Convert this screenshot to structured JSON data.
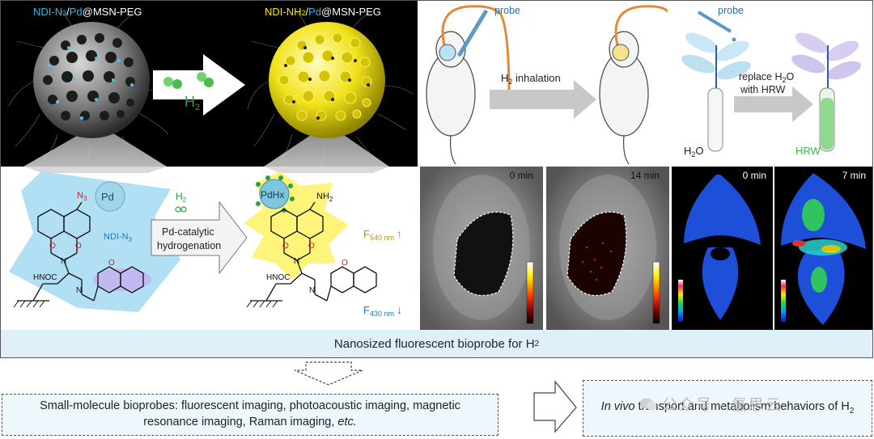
{
  "panel_a": {
    "left_label": {
      "part1": "NDI-N",
      "sub1": "3",
      "part2": "/",
      "part3": "Pd",
      "part4": "@MSN-PEG"
    },
    "right_label": {
      "part1": "NDI-NH",
      "sub1": "2",
      "part2": "/",
      "part3": "Pd",
      "part4": "@MSN-PEG"
    },
    "gas_label": {
      "main": "H",
      "sub": "2"
    }
  },
  "panel_b": {
    "n3_label": "N",
    "n3_sub": "3",
    "pd_label": "Pd",
    "probe_name": {
      "main": "NDI-N",
      "sub": "3"
    },
    "h2_label": {
      "main": "H",
      "sub": "2"
    },
    "reaction_label_line1": "Pd-catalytic",
    "reaction_label_line2": "hydrogenation",
    "pdhx_label": "PdHx",
    "nh2_label": "NH",
    "nh2_sub": "2",
    "f540": {
      "main": "F",
      "sub": "540 nm",
      "arrow": "↑"
    },
    "f430": {
      "main": "F",
      "sub": "430 nm",
      "arrow": "↓"
    },
    "hnoc_left": "HNOC",
    "hnoc_right": "HNOC",
    "atoms": {
      "o": "O",
      "n": "N"
    }
  },
  "panel_mouse": {
    "probe_label": "probe",
    "inhalation_label": {
      "main": "H",
      "sub": "2",
      "rest": " inhalation"
    }
  },
  "panel_plant": {
    "probe_label": "probe",
    "replace_line1": "replace H",
    "replace_sub": "2",
    "replace_line1_end": "O",
    "replace_line2": "with HRW",
    "left_tube": {
      "main": "H",
      "sub": "2",
      "end": "O"
    },
    "right_tube": "HRW"
  },
  "imaging": {
    "mouse_t0": "0 min",
    "mouse_t1": "14 min",
    "plant_t0": "0 min",
    "plant_t1": "7 min"
  },
  "caption": {
    "main": "Nanosized fluorescent bioprobe for H",
    "sub": "2"
  },
  "bottom_left": {
    "line1": "Small-molecule bioprobes: fluorescent imaging, photoacoustic imaging, magnetic",
    "line2_main": "resonance imaging, Raman imaging, ",
    "line2_em": "etc."
  },
  "bottom_right": {
    "em": "In vivo",
    "main": " transport and metabolism behaviors of H",
    "sub": "2"
  },
  "watermark": "公众号 · 氢思云",
  "colors": {
    "cyan_label": "#38b6e8",
    "yellow_label": "#ffe600",
    "green_h2": "#2e9e3e",
    "arrow_grey": "#bdbdbd",
    "caption_bg": "#dff0fb",
    "probe_blue_bg": "#a9dcf3",
    "hrw_green": "#3bb54a"
  }
}
